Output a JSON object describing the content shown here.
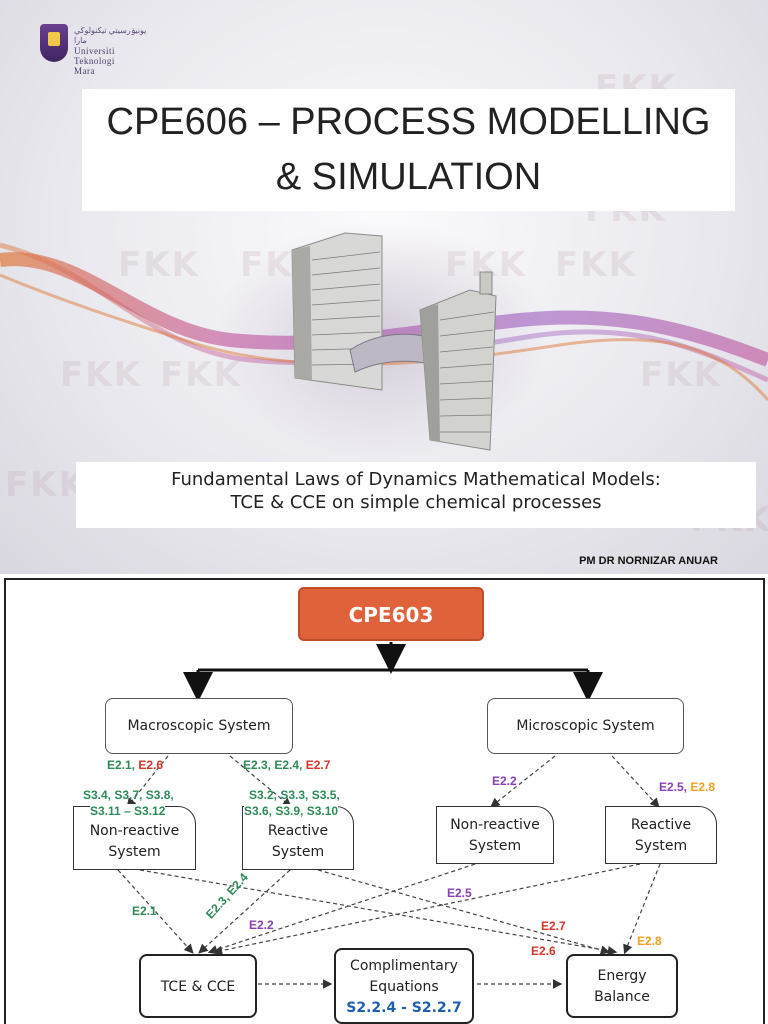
{
  "slide1": {
    "logo": {
      "jawi": "يونيۏرسيتي تيکنولوڬي مارا",
      "line1": "Universiti",
      "line2": "Teknologi",
      "line3": "Mara"
    },
    "watermark": "FKK",
    "title_line1": "CPE606 – PROCESS MODELLING",
    "title_line2": "& SIMULATION",
    "subtitle_line1": "Fundamental Laws of Dynamics Mathematical Models:",
    "subtitle_line2": "TCE & CCE on simple chemical processes",
    "author": "PM DR NORNIZAR ANUAR"
  },
  "slide2": {
    "root": "CPE603",
    "macroscopic": "Macroscopic System",
    "microscopic": "Microscopic System",
    "nonreactive_macro": [
      "Non-reactive",
      "System"
    ],
    "reactive_macro": [
      "Reactive",
      "System"
    ],
    "nonreactive_micro": [
      "Non-reactive",
      "System"
    ],
    "reactive_micro": [
      "Reactive",
      "System"
    ],
    "tce_cce": "TCE & CCE",
    "complimentary": [
      "Complimentary",
      "Equations"
    ],
    "complimentary_ref": "S2.2.4 - S2.2.7",
    "energy": [
      "Energy",
      "Balance"
    ],
    "labels": {
      "mac_left_green": "E2.1,",
      "mac_left_red": "E2.6",
      "mac_right_green": "E2.3, E2.4,",
      "mac_right_red": "E2.7",
      "s_left_1": "S3.4, S3.7, S3.8,",
      "s_left_2": "S3.11 – S3.12",
      "s_right_1": "S3.2, S3.3, S3.5,",
      "s_right_2": "S3.6, S3.9, S3.10",
      "mic_left": "E2.2",
      "mic_right_purple": "E2.5,",
      "mic_right_orange": "E2.8",
      "e21": "E2.1",
      "e2324": "E2.3, E2.4",
      "e22": "E2.2",
      "e25": "E2.5",
      "e27": "E2.7",
      "e26": "E2.6",
      "e28": "E2.8"
    }
  },
  "colors": {
    "green": "#2e8b57",
    "red": "#d7342a",
    "purple": "#8a3fb5",
    "orange": "#f0a020",
    "blue": "#1e5fb0",
    "cpe_fill": "#e0623a"
  }
}
